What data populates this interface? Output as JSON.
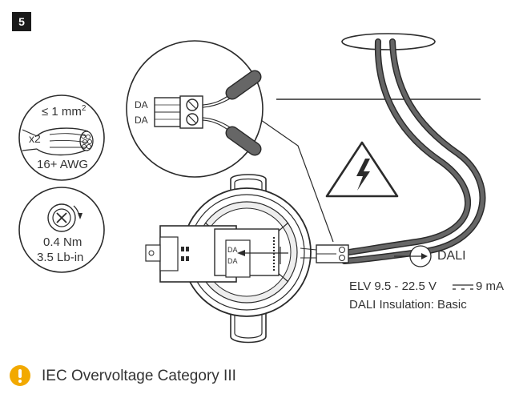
{
  "step": "5",
  "wire_spec": {
    "cross_section_prefix": "≤ 1 mm",
    "cross_section_exp": "2",
    "count": "x2",
    "awg": "16+ AWG"
  },
  "torque": {
    "nm": "0.4 Nm",
    "lbin": "3.5 Lb-in"
  },
  "terminal_detail": {
    "label_top": "DA",
    "label_bottom": "DA"
  },
  "fixture_terminal": {
    "label_top": "DA",
    "label_bottom": "DA"
  },
  "signal": {
    "name": "DALI"
  },
  "supply": {
    "voltage_left": "ELV 9.5 - 22.5 V",
    "voltage_right": "9 mA",
    "insulation": "DALI Insulation: Basic"
  },
  "warning": {
    "text": "IEC Overvoltage Category III",
    "icon": "exclamation-circle-icon",
    "color": "#f2a900"
  },
  "colors": {
    "wire": "#666666",
    "line": "#2b2b2b"
  }
}
